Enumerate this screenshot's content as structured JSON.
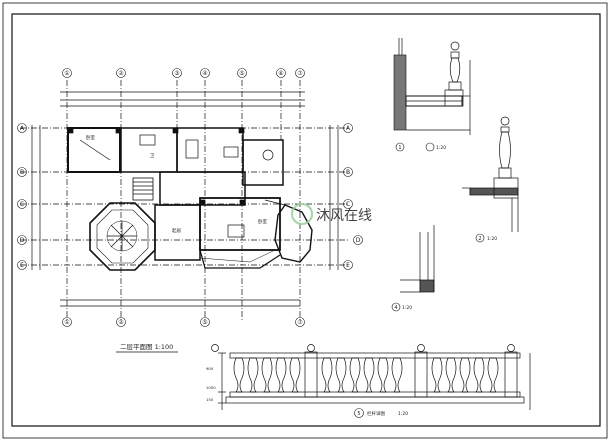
{
  "watermark": "沐风在线",
  "grid_labels_top": [
    "①",
    "②",
    "③",
    "④",
    "⑤",
    "⑥",
    "⑦"
  ],
  "grid_labels_bottom": [
    "①",
    "②",
    "⑤",
    "⑦"
  ],
  "grid_labels_left": [
    "A",
    "B",
    "C",
    "D",
    "E"
  ],
  "grid_labels_right": [
    "A",
    "B",
    "C",
    "D",
    "E"
  ],
  "rooms": {
    "room_a": "卧室",
    "room_b": "卫",
    "room_c": "起居",
    "room_d": "卧室"
  },
  "plan_caption": "二层平面图  1:100",
  "detail_markers": {
    "d1": "1",
    "d1_scale": "1:20",
    "d2": "2",
    "d2_scale": "1:20",
    "d4": "4",
    "d4_scale": "1:20",
    "d5": "5",
    "d5_caption": "栏杆详图",
    "d5_scale": "1:20"
  },
  "elevation_dims": [
    "900",
    "1050",
    "150"
  ],
  "colors": {
    "ink": "#1a1a1a",
    "watermark": "#9ccf9c"
  }
}
